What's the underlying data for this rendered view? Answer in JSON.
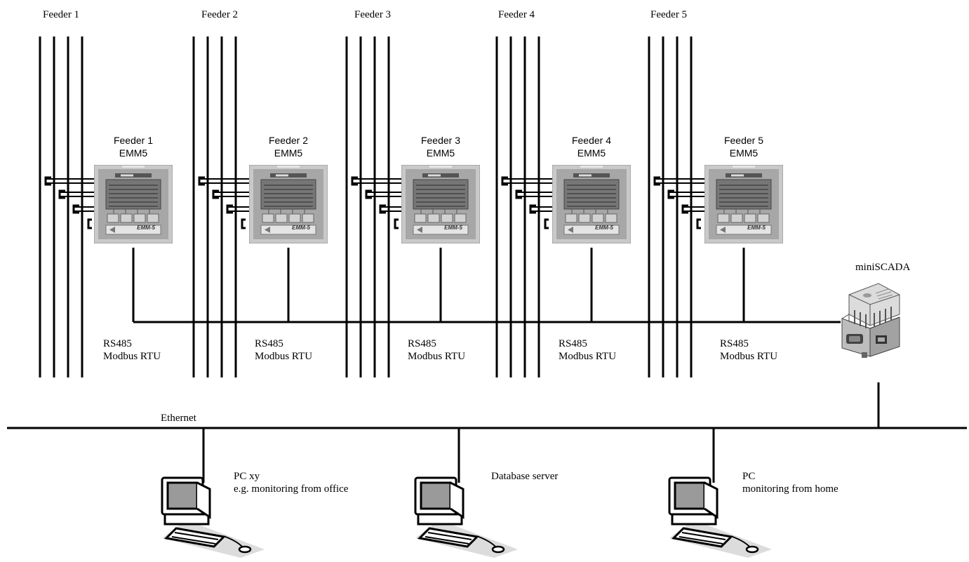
{
  "feeders": [
    {
      "bus_label": "Feeder 1",
      "device_name": "Feeder 1",
      "device_model": "EMM5",
      "bus_protocol": "RS485",
      "bus_protocol_detail": "Modbus RTU",
      "panel_brand": "EMM-5"
    },
    {
      "bus_label": "Feeder 2",
      "device_name": "Feeder 2",
      "device_model": "EMM5",
      "bus_protocol": "RS485",
      "bus_protocol_detail": "Modbus RTU",
      "panel_brand": "EMM-5"
    },
    {
      "bus_label": "Feeder 3",
      "device_name": "Feeder 3",
      "device_model": "EMM5",
      "bus_protocol": "RS485",
      "bus_protocol_detail": "Modbus RTU",
      "panel_brand": "EMM-5"
    },
    {
      "bus_label": "Feeder 4",
      "device_name": "Feeder 4",
      "device_model": "EMM5",
      "bus_protocol": "RS485",
      "bus_protocol_detail": "Modbus RTU",
      "panel_brand": "EMM-5"
    },
    {
      "bus_label": "Feeder 5",
      "device_name": "Feeder 5",
      "device_model": "EMM5",
      "bus_protocol": "RS485",
      "bus_protocol_detail": "Modbus RTU",
      "panel_brand": "EMM-5"
    }
  ],
  "gateway": {
    "label": "miniSCADA"
  },
  "network": {
    "label": "Ethernet"
  },
  "clients": [
    {
      "line1": "PC xy",
      "line2": "e.g. monitoring from office",
      "icon": "computer-icon"
    },
    {
      "line1": "Database server",
      "line2": "",
      "icon": "computer-icon"
    },
    {
      "line1": "PC",
      "line2": "monitoring from home",
      "icon": "computer-icon"
    }
  ],
  "colors": {
    "line": "#000000",
    "device_frame": "#c8c8c8",
    "device_face": "#a9a9a9",
    "lcd": "#7d7d7d",
    "shadow": "#dcdcdc"
  }
}
